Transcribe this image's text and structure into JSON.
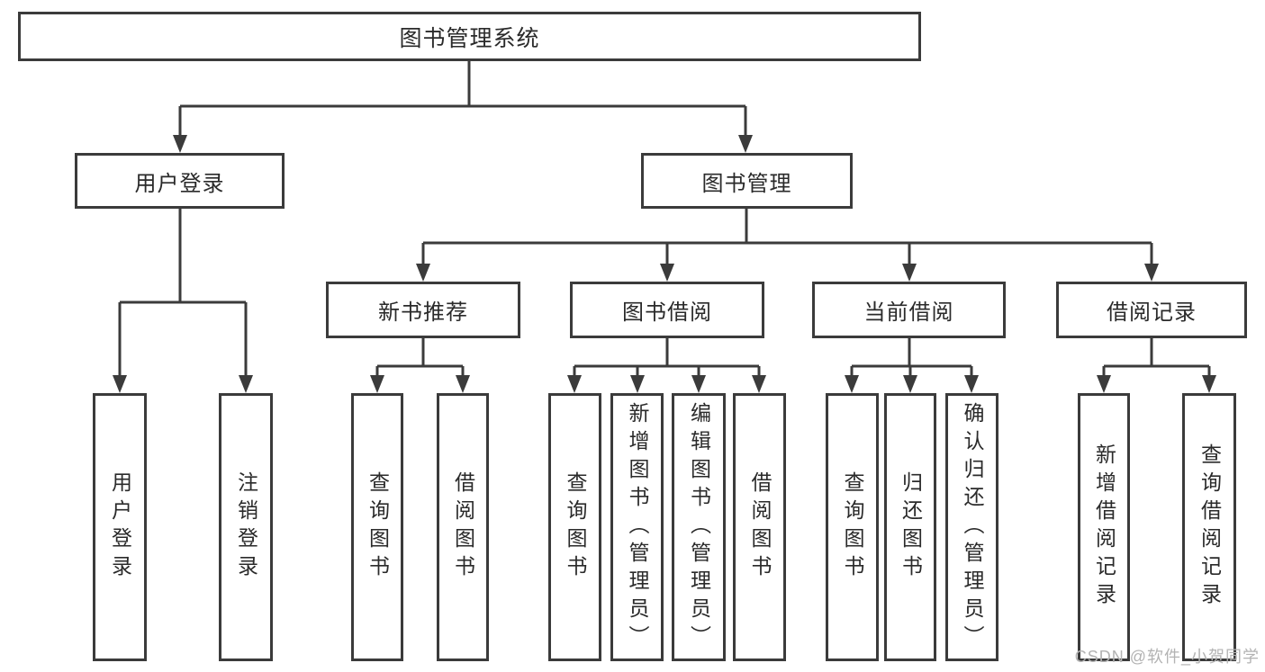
{
  "tree": {
    "label": "图书管理系统",
    "children": [
      {
        "label": "用户登录",
        "children": [
          {
            "label": "用户登录"
          },
          {
            "label": "注销登录"
          }
        ]
      },
      {
        "label": "图书管理",
        "children": [
          {
            "label": "新书推荐",
            "children": [
              {
                "label": "查询图书"
              },
              {
                "label": "借阅图书"
              }
            ]
          },
          {
            "label": "图书借阅",
            "children": [
              {
                "label": "查询图书"
              },
              {
                "label": "新增图书（管理员）"
              },
              {
                "label": "编辑图书（管理员）"
              },
              {
                "label": "借阅图书"
              }
            ]
          },
          {
            "label": "当前借阅",
            "children": [
              {
                "label": "查询图书"
              },
              {
                "label": "归还图书"
              },
              {
                "label": "确认归还（管理员）"
              }
            ]
          },
          {
            "label": "借阅记录",
            "children": [
              {
                "label": "新增借阅记录"
              },
              {
                "label": "查询借阅记录"
              }
            ]
          }
        ]
      }
    ]
  },
  "watermark": {
    "text": "CSDN @软件_小贺同学"
  },
  "colors": {
    "line": "#3b3b3b",
    "text": "#2a2a2a",
    "watermark": "#b3b3b3",
    "background": "#ffffff"
  }
}
